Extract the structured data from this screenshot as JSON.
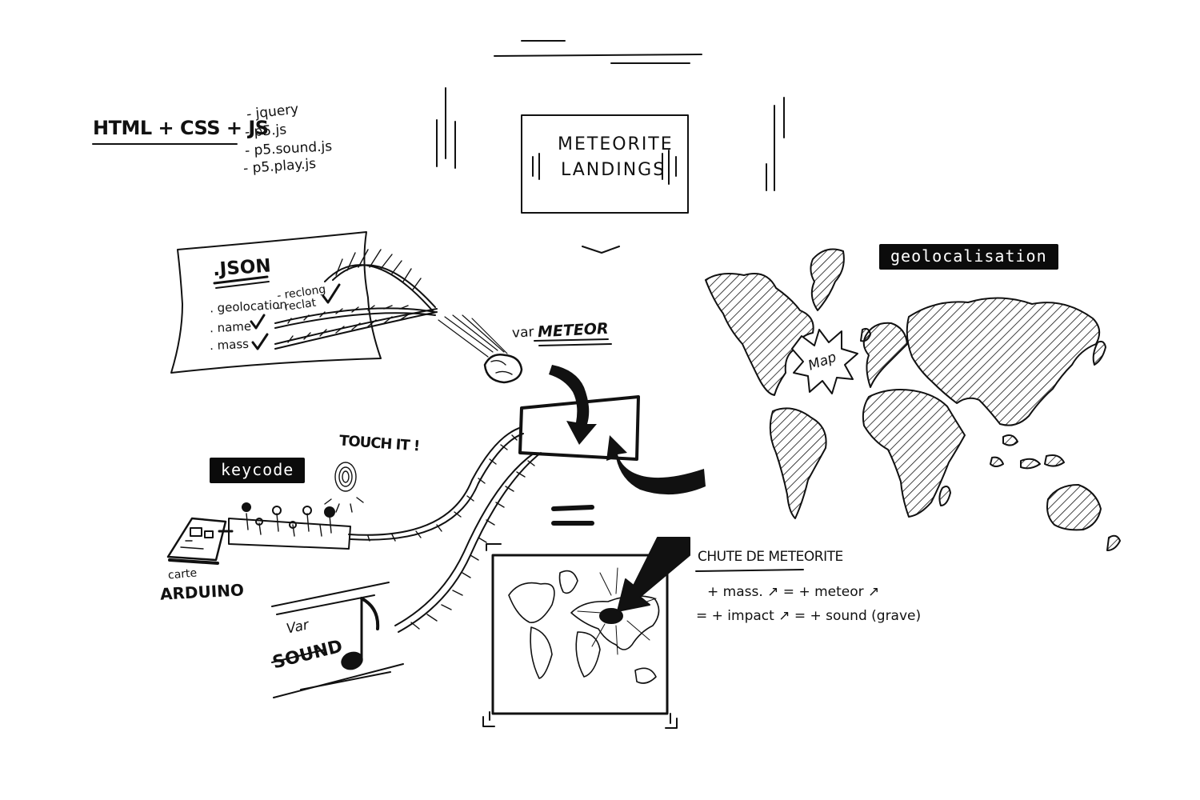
{
  "stack": {
    "main": "HTML + CSS + JS",
    "libs": [
      "- jquery",
      "- p5.js",
      "- p5.sound.js",
      "- p5.play.js"
    ]
  },
  "title": {
    "line1": "METEORITE",
    "line2": "LANDINGS"
  },
  "json_card": {
    "heading": ".JSON",
    "fields": [
      ". geolocation",
      ". name",
      ". mass"
    ],
    "sub": [
      "- reclong",
      "- reclat"
    ]
  },
  "meteor_label": {
    "prefix": "var",
    "name": "METEOR"
  },
  "badges": {
    "geo": "geolocalisation",
    "keycode": "keycode"
  },
  "map_burst": "Map",
  "touch": "TOUCH IT !",
  "arduino": {
    "small": "carte",
    "big": "ARDUINO"
  },
  "sound_label": {
    "prefix": "Var",
    "name": "SOUND"
  },
  "equals": "=",
  "chute": {
    "title": "CHUTE DE METEORITE",
    "line1": "+ mass. ↗  = + meteor ↗",
    "line2": "= + impact ↗  = + sound (grave)"
  }
}
